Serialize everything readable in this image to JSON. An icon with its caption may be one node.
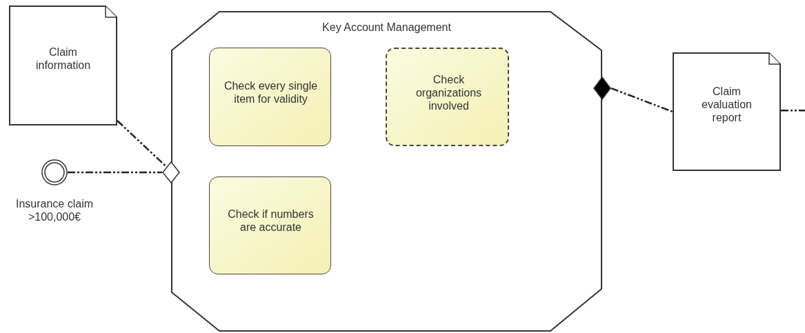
{
  "diagram": {
    "nodes": [
      {
        "text": [
          "Claim information"
        ]
      },
      {
        "text": [],
        "shape": "circle",
        "beside": [
          "Insurance claim >100,000€"
        ]
      },
      {
        "text": [
          "Key Account Management"
        ]
      },
      {
        "text": [
          "Check every single item for validity"
        ],
        "in": 2
      },
      {
        "text": [
          "Check organizations involved"
        ],
        "in": 2
      },
      {
        "text": [
          "Check if numbers are accurate"
        ],
        "in": 2
      },
      {
        "text": [
          "Claim evaluation report"
        ]
      },
      {
        "text": [],
        "shape": "diamond"
      },
      {
        "text": [],
        "shape": "diamond"
      }
    ],
    "edges": [
      {
        "from": 0,
        "to": 7,
        "arrow": "none"
      },
      {
        "from": 1,
        "to": 7,
        "arrow": "none"
      },
      {
        "from": 8,
        "to": 6,
        "arrow": "none"
      },
      {
        "from": 6,
        "to": null,
        "arrow": "none"
      }
    ]
  }
}
